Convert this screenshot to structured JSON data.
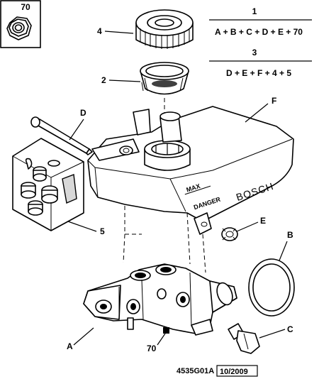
{
  "callouts": {
    "nut_ref": "70",
    "cap": "4",
    "filter": "2",
    "rod": "D",
    "reservoir": "F",
    "seal_kit": "5",
    "grommet": "E",
    "o_ring": "B",
    "plug": "C",
    "master_cylinder": "A",
    "bottom_nut": "70"
  },
  "formulas": [
    {
      "number": "1",
      "expression": "A + B + C + D + E + 70"
    },
    {
      "number": "3",
      "expression": "D + E + F + 4 + 5"
    }
  ],
  "reservoir_markings": {
    "brand": "BOSCH",
    "warning": "DANGER",
    "max": "MAX"
  },
  "footer": {
    "reference": "4535G01A",
    "date": "10/2009"
  }
}
